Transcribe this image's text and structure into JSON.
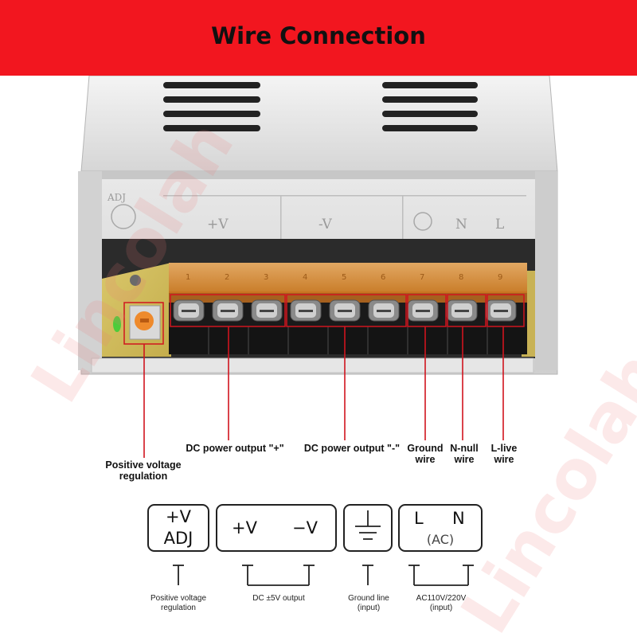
{
  "banner": {
    "title": "Wire Connection"
  },
  "watermark": {
    "text": "Lincolah"
  },
  "terminal_block": {
    "labels": {
      "adj": "ADJ",
      "plus_v": "+V",
      "minus_v": "-V",
      "n": "N",
      "l": "L"
    },
    "terminal_numbers": [
      "1",
      "2",
      "3",
      "4",
      "5",
      "6",
      "7",
      "8",
      "9"
    ]
  },
  "callouts": {
    "dc_plus": "DC power output \"+\"",
    "dc_minus": "DC power output \"-\"",
    "ground": [
      "Ground",
      "wire"
    ],
    "n_null": [
      "N-null",
      "wire"
    ],
    "l_live": [
      "L-live",
      "wire"
    ],
    "voltage_reg": [
      "Positive voltage",
      "regulation"
    ]
  },
  "symbols": {
    "adj_box": {
      "line1": "+V",
      "line2": "ADJ"
    },
    "dc_box": {
      "plus": "+V",
      "minus": "−V"
    },
    "ac_box": {
      "l": "L",
      "n": "N",
      "ac": "(AC)"
    }
  },
  "bottom_labels": {
    "voltage_reg": [
      "Positive voltage",
      "regulation"
    ],
    "dc_output": "DC ±5V output",
    "ground_line": [
      "Ground line",
      "(input)"
    ],
    "ac_input": [
      "AC110V/220V",
      "(input)"
    ]
  },
  "colors": {
    "banner": "#f2161f",
    "callout_line": "#d0141e",
    "terminal": "#e08a2a"
  }
}
